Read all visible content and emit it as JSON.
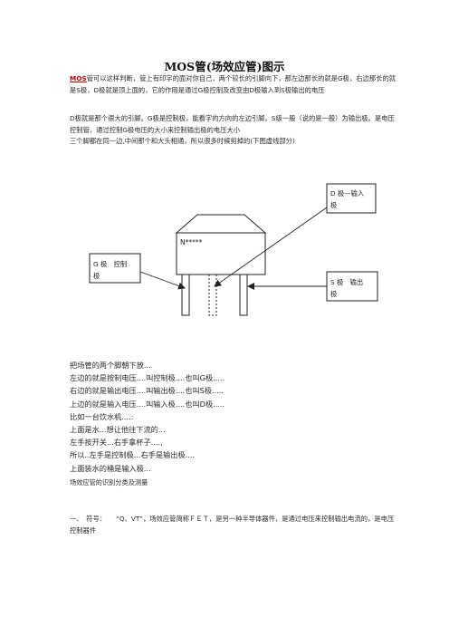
{
  "title": "MOS管(场效应管)图示",
  "intro": {
    "mos_label": "MOS",
    "p1_rest": "管可以这样判断，管上有印字的面对你自己，两个较长的引脚向下，那左边那长的就是G极，右边那长的就是S极，D极就是顶上面的，它的作用是通过G极控制及改变由D极输入到S极输出的电压",
    "p2": "D极就是那个很大的引脚。G极是控制极，能看字的方向的左边引脚。S级一般（说的是一般）为输出极。是电压控制管，通过控制G极电压的大小来控制输出极的电压大小",
    "p3": "三个脚都在同一边,中间那个和大头相通，所以很多时候剪掉的(下图虚线部分)"
  },
  "diagram": {
    "chip_marking": "N*****",
    "d_label_line1": "D 极—输入",
    "d_label_line2": "极",
    "g_label_line1": "G 极　控制",
    "g_label_line2": "极",
    "s_label_line1": "S 极　输出",
    "s_label_line2": "极"
  },
  "explanation": [
    "把场管的两个脚朝下放...",
    "左边的就是按制电压....叫控制极....也叫G极.....",
    "右边的就是输出电压....叫输出极....也叫S极.....",
    "上边的就是输入电压....叫输入极....也叫D极.....",
    "比如一台饮水机....:",
    "上面是水...想让他往下流的...",
    "左手按开关...右手拿杯子....,",
    "所以..左手是控制极...右手是输出极....",
    "上面装水的桶是输入极..."
  ],
  "section": {
    "title": "场效应管的识别分类及测量",
    "para": "一、　符号：　　“Q、VT”，场效应管简称ＦＥＴ，是另一种半导体器件，是通过电压来控制输出电流的，是电压控制器件"
  }
}
